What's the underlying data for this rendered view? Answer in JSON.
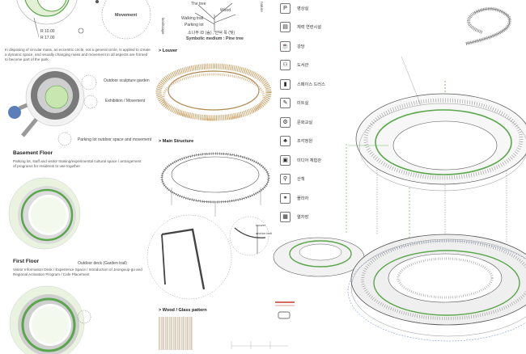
{
  "col1": {
    "movement": "Movement",
    "radius_1": "R 10.00",
    "radius_2": "R 17.00",
    "desc": "In disposing of circular mass, an eccentric circle, not a general circle, is applied to create a dynamic space, and visually changing mass and movement in all aspects are formed to become part of the park.",
    "annot_1": "Outdoor sculpture garden",
    "annot_2": "Exhibition / Movement",
    "annot_3": "Parking lot outdoor space and movement",
    "basement_title": "Basement Floor",
    "basement_desc": "Parking lot, staff and visitor training/experimental cultural space / arrangement of programs for residents to use together",
    "first_title": "First Floor",
    "first_annot": "Outdoor deck (Garden trail)",
    "first_desc": "Visitor Information Desk / Experience Space / Introduction of Jeongeup-gu and Regional Activation Program / Cafe Placement"
  },
  "col2": {
    "tree_top_left": "The tree",
    "tree_top_right": "Wood",
    "tree_left_vertical": "landscape",
    "tree_right_vertical": "nature",
    "walking_trail": "Walking trail",
    "parking_lot": "Parking lot",
    "symbol_korean": "소나무 ID (숲) , 안덕 목 (빛)",
    "symbolic_medium": "Symbolic medium : Pine tree",
    "louver_title": "> Louver",
    "structure_title": "> Main Structure",
    "detail_label_1": "Louver",
    "detail_label_2": "anchor bolt",
    "wood_glass_title": "> Wood / Glass pattern"
  },
  "legend": [
    {
      "icon": "parking-icon",
      "glyph": "P",
      "label": "영상실"
    },
    {
      "icon": "book-icon",
      "glyph": "▤",
      "label": "체력 연련시설"
    },
    {
      "icon": "cup-icon",
      "glyph": "☕",
      "label": "강당"
    },
    {
      "icon": "people-icon",
      "glyph": "⚇",
      "label": "도서관"
    },
    {
      "icon": "bottle-icon",
      "glyph": "▮",
      "label": "스페이스 드러스"
    },
    {
      "icon": "pen-icon",
      "glyph": "✎",
      "label": "미트실"
    },
    {
      "icon": "gear-icon",
      "glyph": "⚙",
      "label": "문화교실"
    },
    {
      "icon": "tree-icon",
      "glyph": "♣",
      "label": "조각정원"
    },
    {
      "icon": "frame-icon",
      "glyph": "▣",
      "label": "미디어 체험관"
    },
    {
      "icon": "walk-icon",
      "glyph": "⚲",
      "label": "산책"
    },
    {
      "icon": "bike-icon",
      "glyph": "⚭",
      "label": "플라자"
    },
    {
      "icon": "grid-icon",
      "glyph": "▦",
      "label": "열차장"
    }
  ],
  "colors": {
    "green": "#5aa64a",
    "light_green": "#d8ecc4",
    "grey": "#8c8c8c",
    "dark_grey": "#4d4d4d",
    "blue": "#5b7fb8",
    "wood": "#c9a36a",
    "red": "#c43b2d"
  }
}
